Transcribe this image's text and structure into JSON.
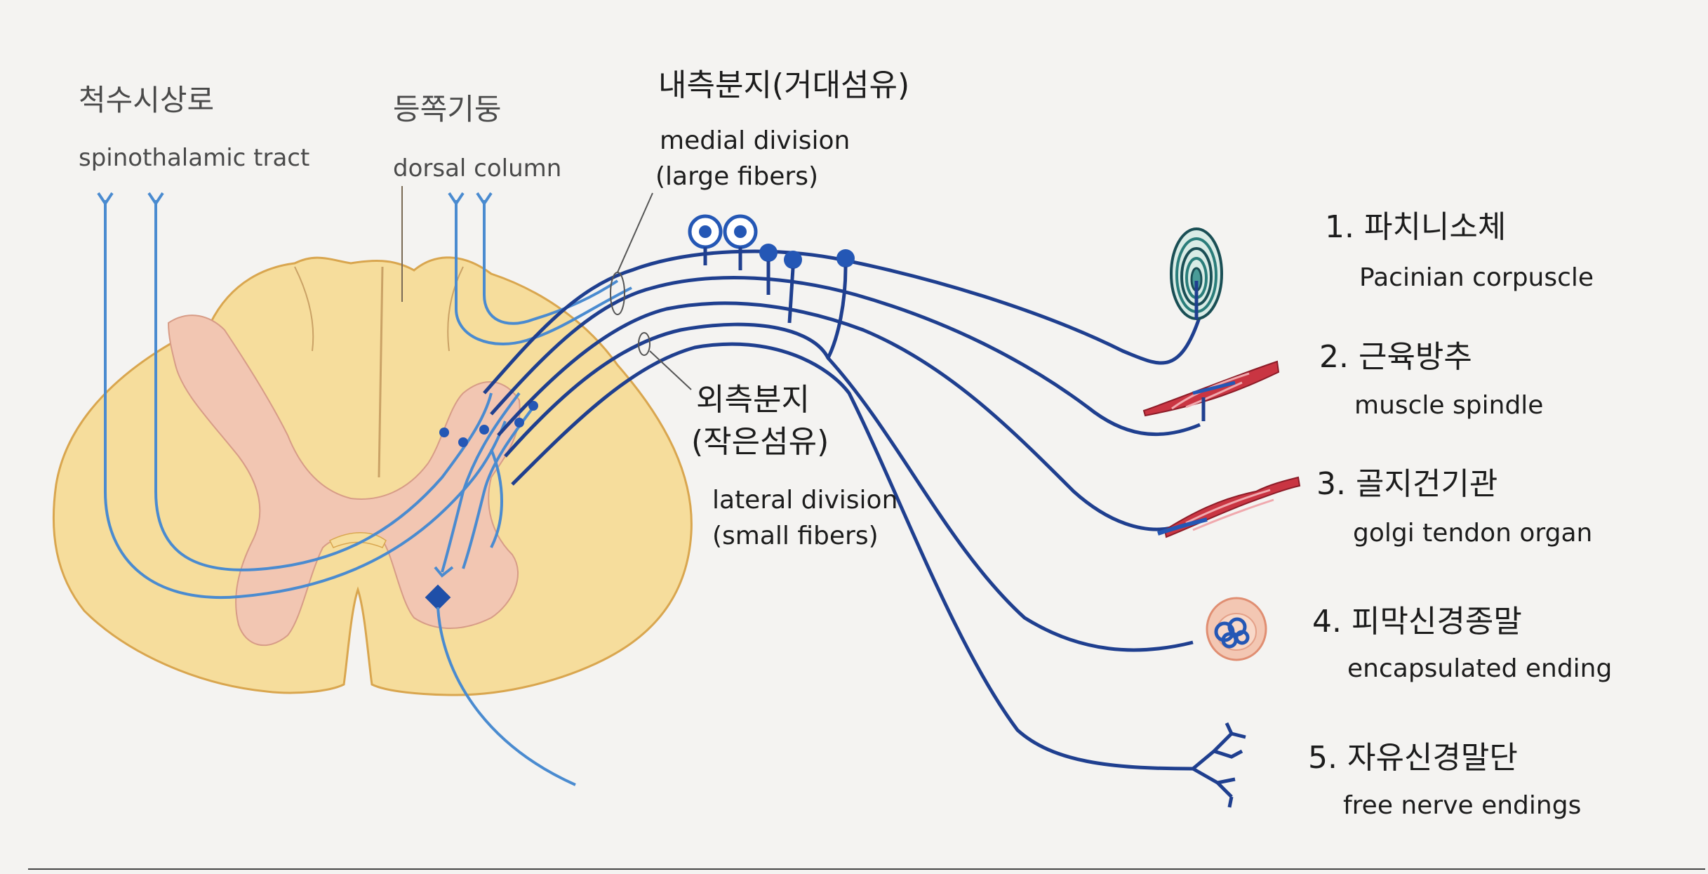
{
  "colors": {
    "background": "#f4f3f1",
    "cord_white_matter": "#f6dd9c",
    "cord_outline": "#d9a64f",
    "gray_matter": "#f2c6b2",
    "nerve_dark": "#1f3f8f",
    "nerve_light": "#4a8bd0",
    "nerve_dot": "#2457b5",
    "muscle": "#c93542",
    "pacinian": "#2a7d7a",
    "capsule": "#f0b79a"
  },
  "labels": {
    "spinothalamic_ko": "척수시상로",
    "spinothalamic_en": "spinothalamic tract",
    "dorsal_column_ko": "등쪽기둥",
    "dorsal_column_en": "dorsal column",
    "medial_ko": "내측분지(거대섬유)",
    "medial_en_1": "medial division",
    "medial_en_2": "(large fibers)",
    "lateral_ko_1": "외측분지",
    "lateral_ko_2": "(작은섬유)",
    "lateral_en_1": "lateral division",
    "lateral_en_2": "(small fibers)"
  },
  "receptors": [
    {
      "ko": "1. 파치니소체",
      "en": "Pacinian corpuscle",
      "icon": "pacinian-corpuscle-icon"
    },
    {
      "ko": "2. 근육방추",
      "en": "muscle spindle",
      "icon": "muscle-spindle-icon"
    },
    {
      "ko": "3. 골지건기관",
      "en": "golgi tendon organ",
      "icon": "golgi-tendon-organ-icon"
    },
    {
      "ko": "4. 피막신경종말",
      "en": "encapsulated ending",
      "icon": "encapsulated-ending-icon"
    },
    {
      "ko": "5. 자유신경말단",
      "en": "free nerve endings",
      "icon": "free-nerve-endings-icon"
    }
  ]
}
